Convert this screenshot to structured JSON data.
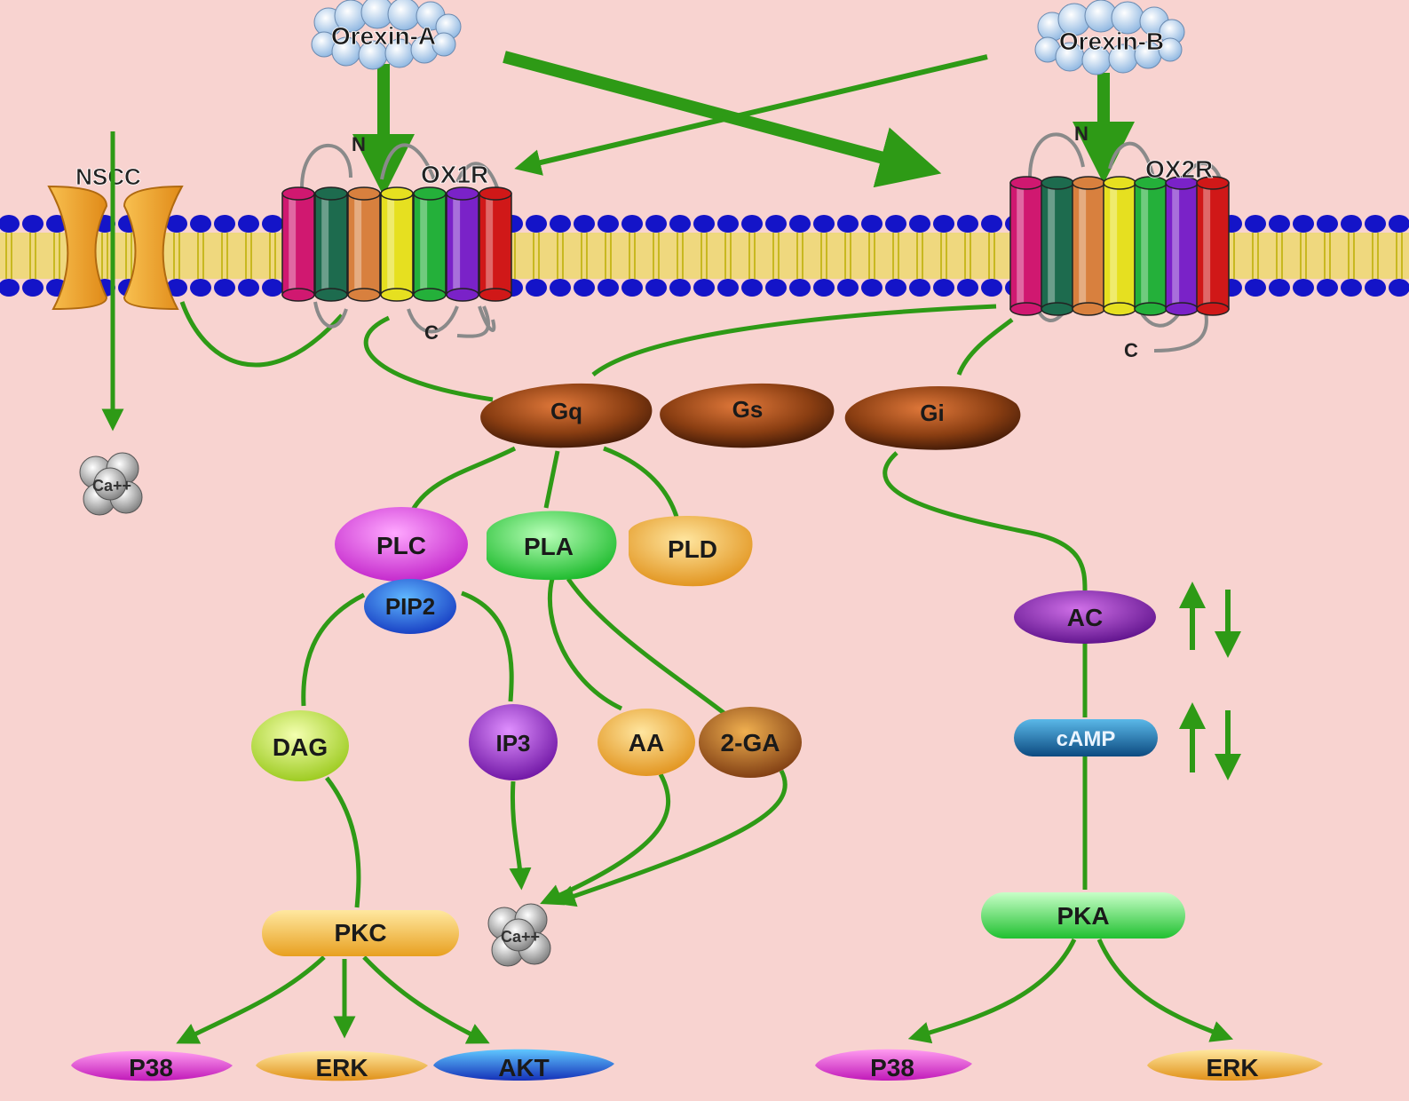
{
  "ligands": {
    "orexin_a": "Orexin-A",
    "orexin_b": "Orexin-B"
  },
  "receptors": {
    "ox1r": "OX1R",
    "ox2r": "OX2R",
    "n_term": "N",
    "c_term": "C"
  },
  "channel": {
    "nscc": "NSCC"
  },
  "ion": {
    "calcium": "Ca++"
  },
  "g_proteins": {
    "gq": "Gq",
    "gs": "Gs",
    "gi": "Gi"
  },
  "effectors": {
    "plc": "PLC",
    "pip2": "PIP2",
    "pla": "PLA",
    "pld": "PLD"
  },
  "messengers": {
    "dag": "DAG",
    "ip3": "IP3",
    "aa": "AA",
    "two_ga": "2-GA",
    "ac": "AC",
    "camp": "cAMP"
  },
  "kinases": {
    "pkc": "PKC",
    "pka": "PKA"
  },
  "targets_left": {
    "p38": "P38",
    "erk": "ERK",
    "akt": "AKT"
  },
  "targets_right": {
    "p38": "P38",
    "erk": "ERK"
  },
  "colors": {
    "background": "#f8d3d0",
    "arrow": "#2e9a16",
    "lipid_head": "#1414c8",
    "lipid_tail": "#e8dc3a",
    "g_protein": "#8a3e12",
    "helix_colors": [
      "#d01870",
      "#1d6b4e",
      "#d8803e",
      "#e6e020",
      "#24b03a",
      "#7a22c8",
      "#d01818"
    ]
  }
}
